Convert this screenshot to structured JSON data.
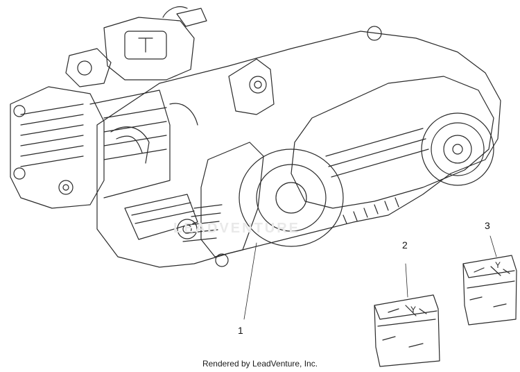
{
  "diagram": {
    "callouts": [
      {
        "id": "1",
        "label": "1"
      },
      {
        "id": "2",
        "label": "2"
      },
      {
        "id": "3",
        "label": "3"
      }
    ],
    "watermark": "LEADVENTURE",
    "footer_credit": "Rendered by LeadVenture, Inc.",
    "bag_print": "Y",
    "colors": {
      "line": "#2a2a2a",
      "background": "#ffffff",
      "watermark": "#e9e9e9"
    }
  }
}
